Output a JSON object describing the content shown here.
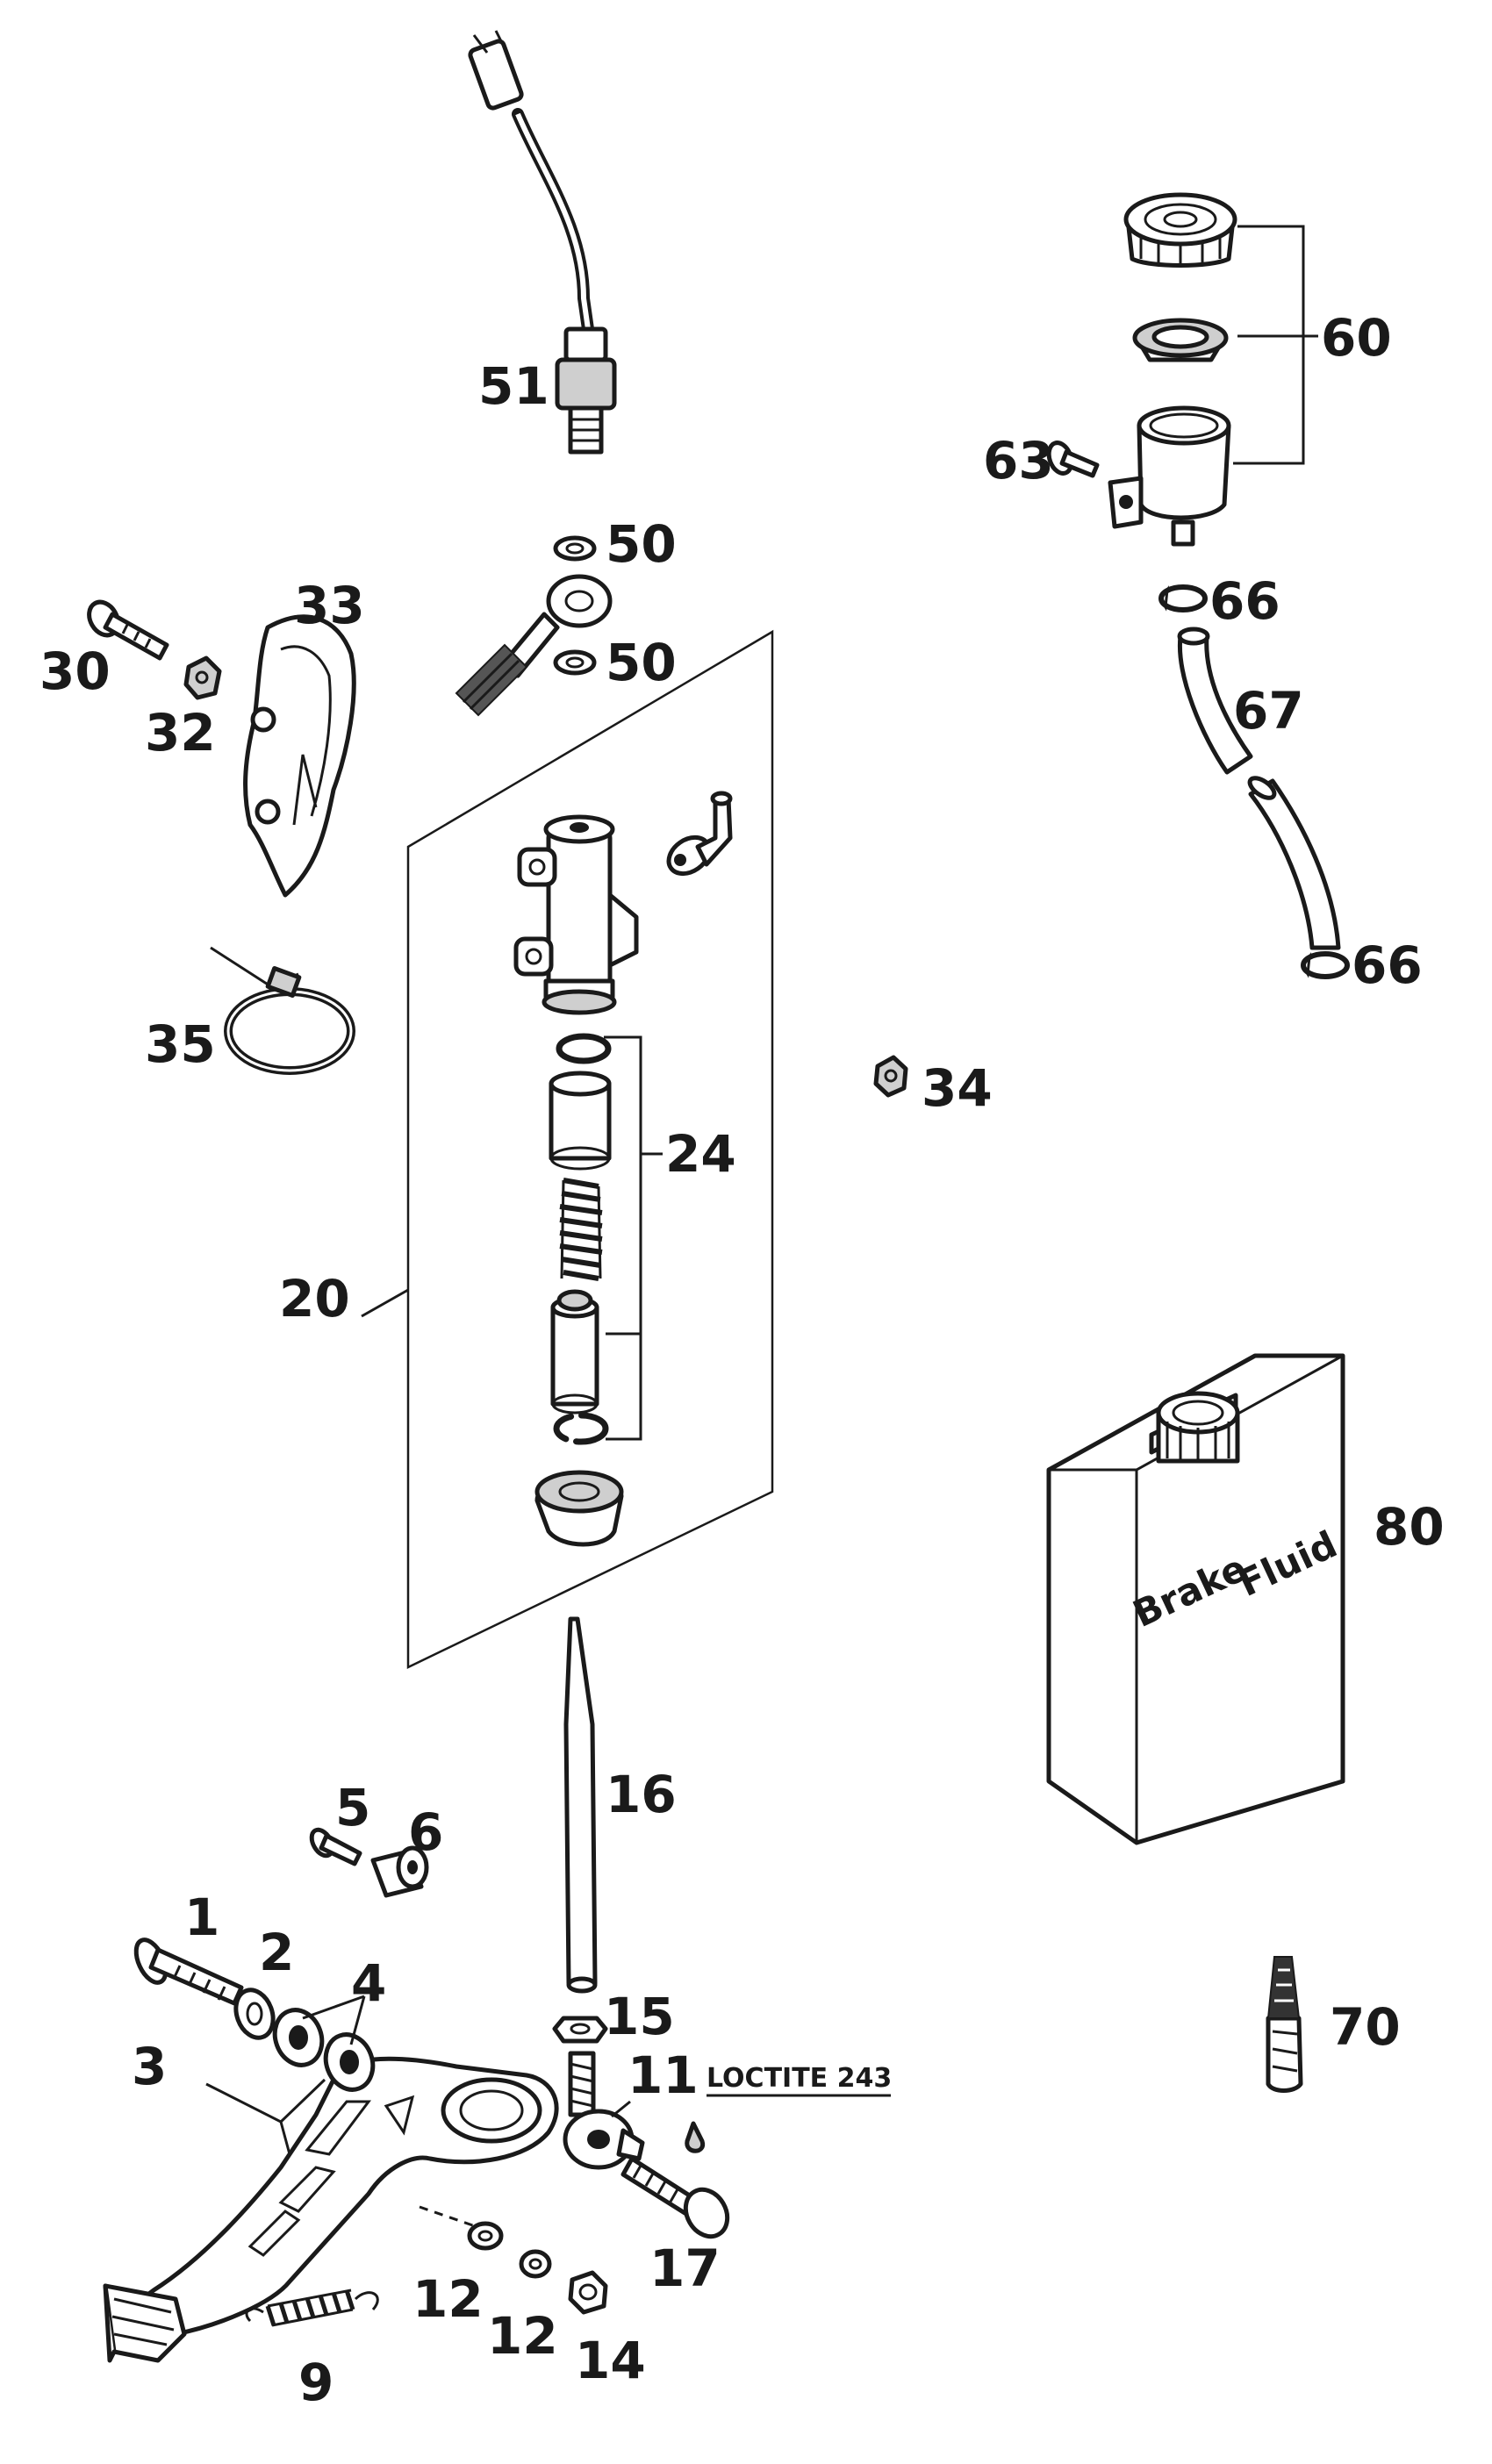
{
  "labels": {
    "p1": "1",
    "p2": "2",
    "p3": "3",
    "p4": "4",
    "p5": "5",
    "p6": "6",
    "p9": "9",
    "p11": "11",
    "p12a": "12",
    "p12b": "12",
    "p14": "14",
    "p15": "15",
    "p16": "16",
    "p17": "17",
    "p20": "20",
    "p24": "24",
    "p30": "30",
    "p32": "32",
    "p33": "33",
    "p34": "34",
    "p35": "35",
    "p50a": "50",
    "p50b": "50",
    "p51": "51",
    "p60": "60",
    "p63": "63",
    "p66a": "66",
    "p66b": "66",
    "p67": "67",
    "p70": "70",
    "p80": "80"
  },
  "notes": {
    "loctite": "LOCTITE 243"
  },
  "container_text": {
    "line1": "Brake",
    "line2": "Fluid"
  }
}
